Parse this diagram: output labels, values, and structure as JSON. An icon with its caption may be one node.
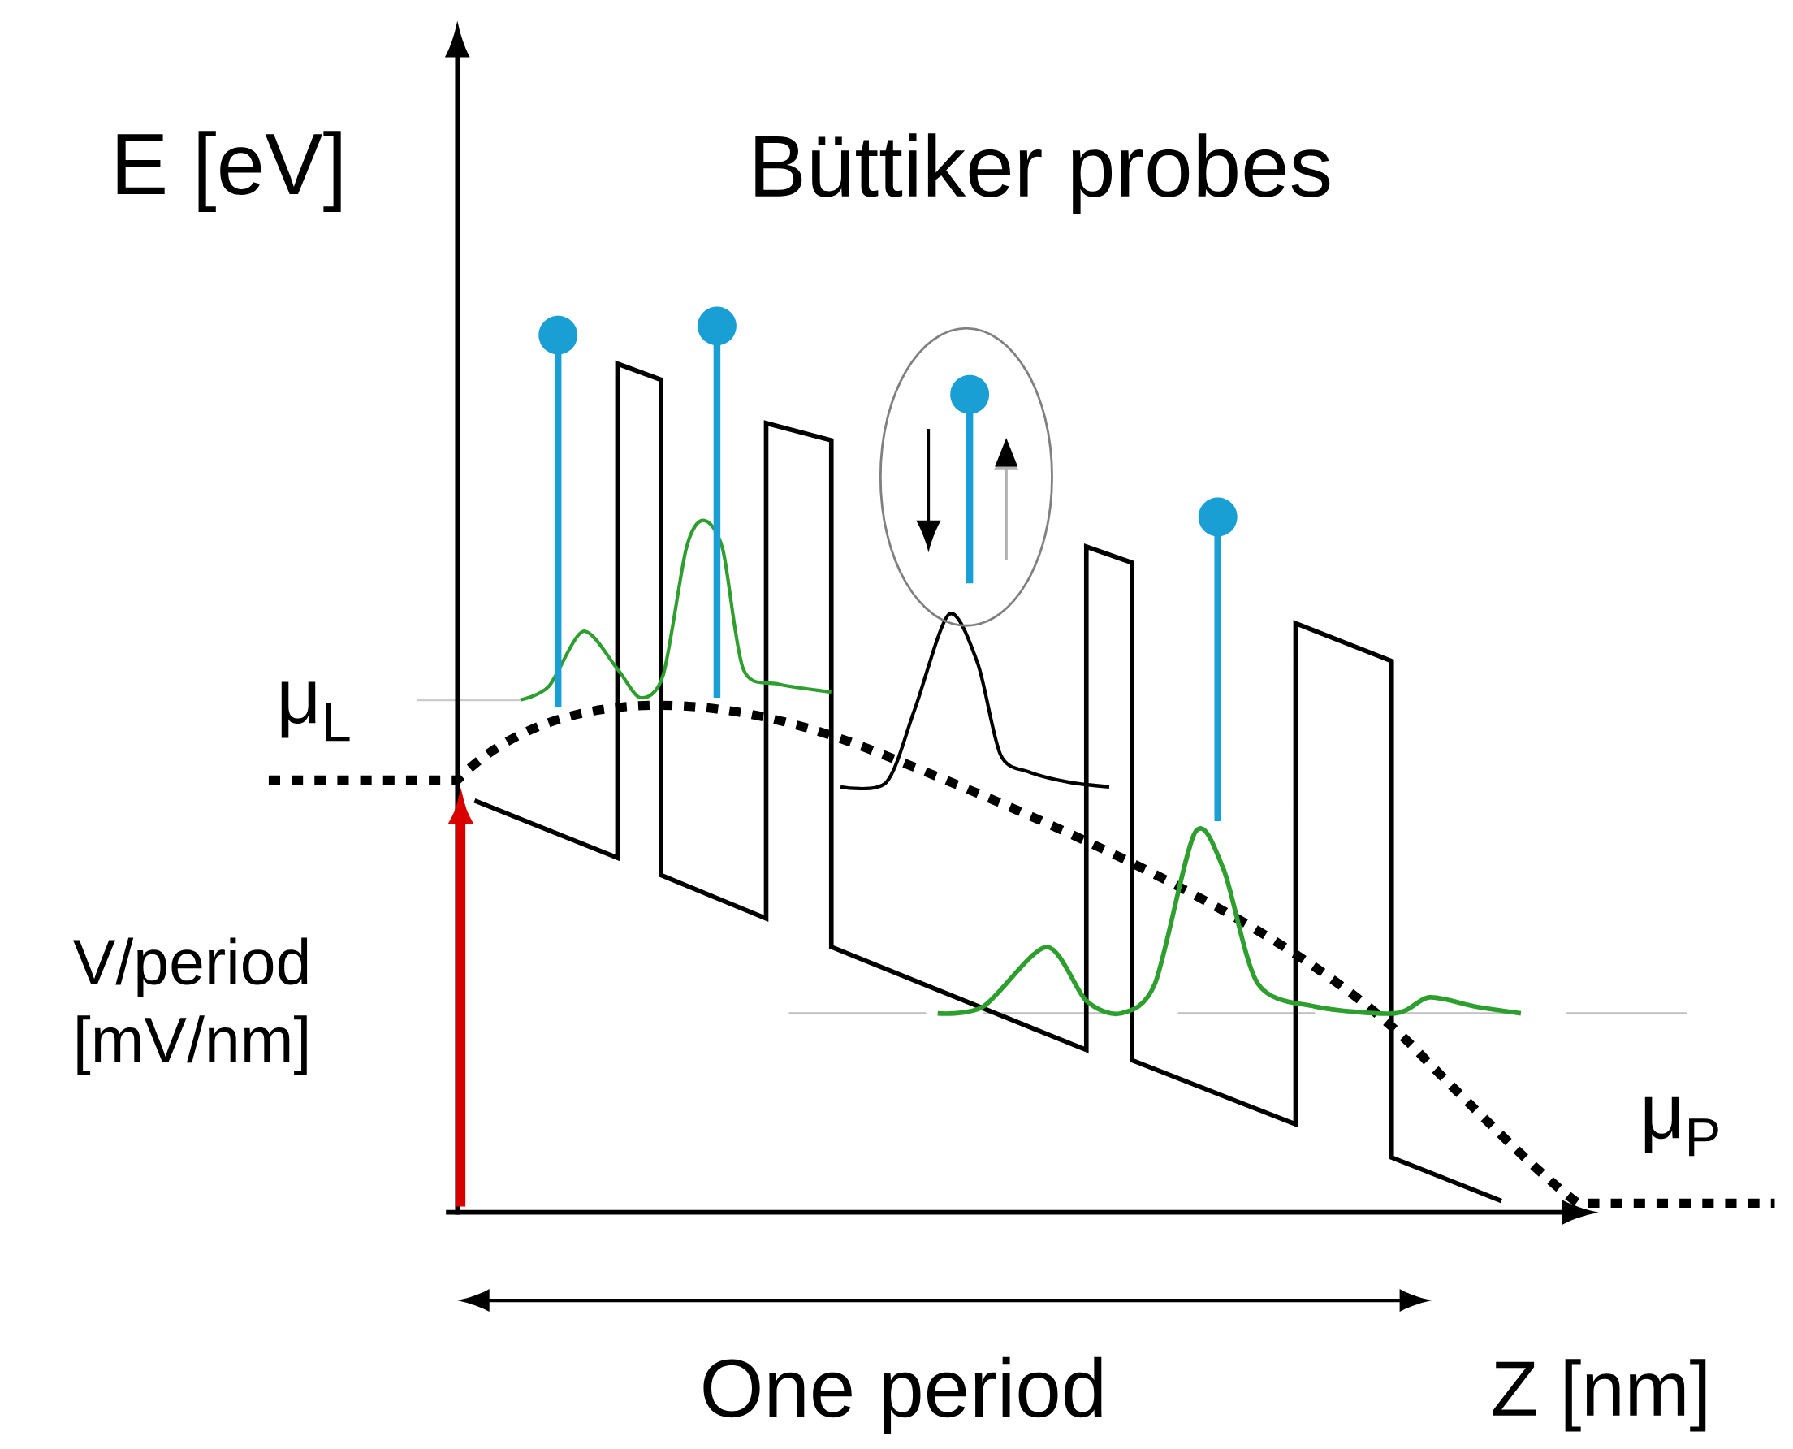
{
  "diagram": {
    "title": "Büttiker probes",
    "labels": [
      "E [eV]",
      "μ$_{L}$",
      "V/period [mV/nm]",
      "μ$_{P}$",
      "One period",
      "Z [nm]"
    ]
  }
}
